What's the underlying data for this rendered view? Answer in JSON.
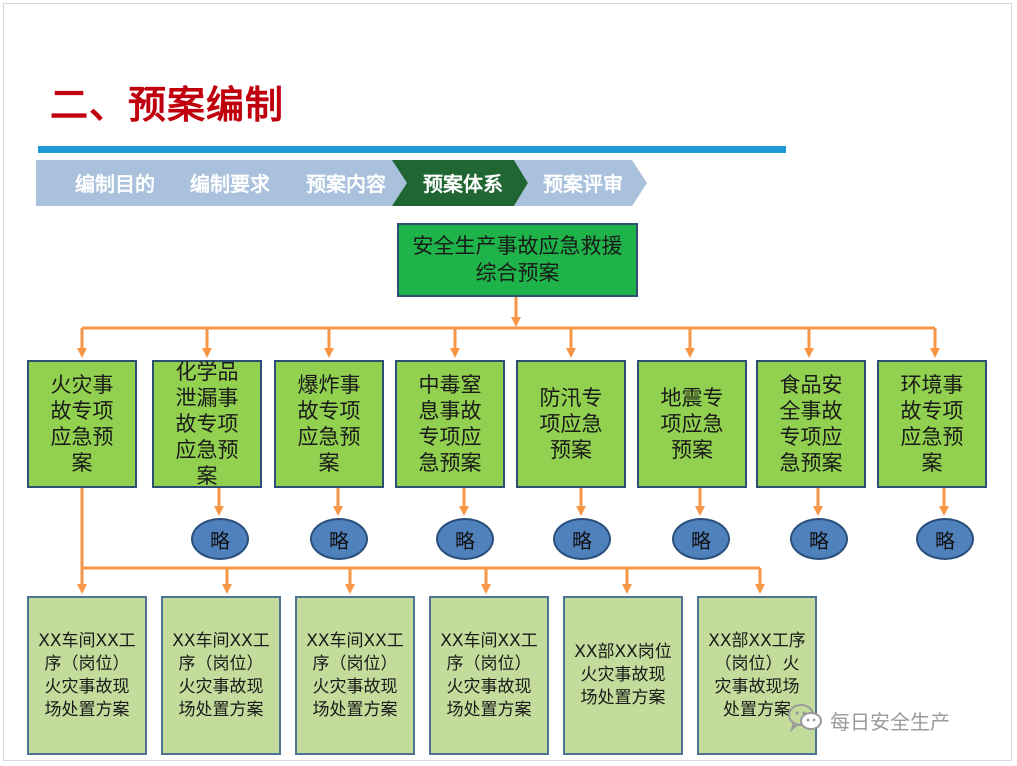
{
  "slide": {
    "title": "二、预案编制"
  },
  "nav": {
    "steps": [
      {
        "label": "编制目的",
        "active": false
      },
      {
        "label": "编制要求",
        "active": false
      },
      {
        "label": "预案内容",
        "active": false
      },
      {
        "label": "预案体系",
        "active": true
      },
      {
        "label": "预案评审",
        "active": false
      }
    ],
    "colors": {
      "inactive": "#a9c1dd",
      "active": "#1f6632",
      "text": "#ffffff"
    }
  },
  "diagram": {
    "top": "安全生产事故应急救援综合预案",
    "special_plans": [
      "火灾事故专项应急预案",
      "化学品泄漏事故专项应急预案",
      "爆炸事故专项应急预案",
      "中毒窒息事故专项应急预案",
      "防汛专项应急预案",
      "地震专项应急预案",
      "食品安全事故专项应急预案",
      "环境事故专项应急预案"
    ],
    "omitted_label": "略",
    "site_plans": [
      "XX车间XX工序（岗位）火灾事故现场处置方案",
      "XX车间XX工序（岗位）火灾事故现场处置方案",
      "XX车间XX工序（岗位）火灾事故现场处置方案",
      "XX车间XX工序（岗位）火灾事故现场处置方案",
      "XX部XX岗位火灾事故现场处置方案",
      "XX部XX工序（岗位）火灾事故现场处置方案"
    ],
    "colors": {
      "top_fill": "#1eb44a",
      "special_fill": "#92d050",
      "site_fill": "#c3dc9b",
      "oval_fill": "#4f81bd",
      "connector": "#f79646",
      "border": "#2d4f74"
    }
  },
  "watermark": {
    "text": "每日安全生产",
    "icon": "wechat-icon"
  }
}
